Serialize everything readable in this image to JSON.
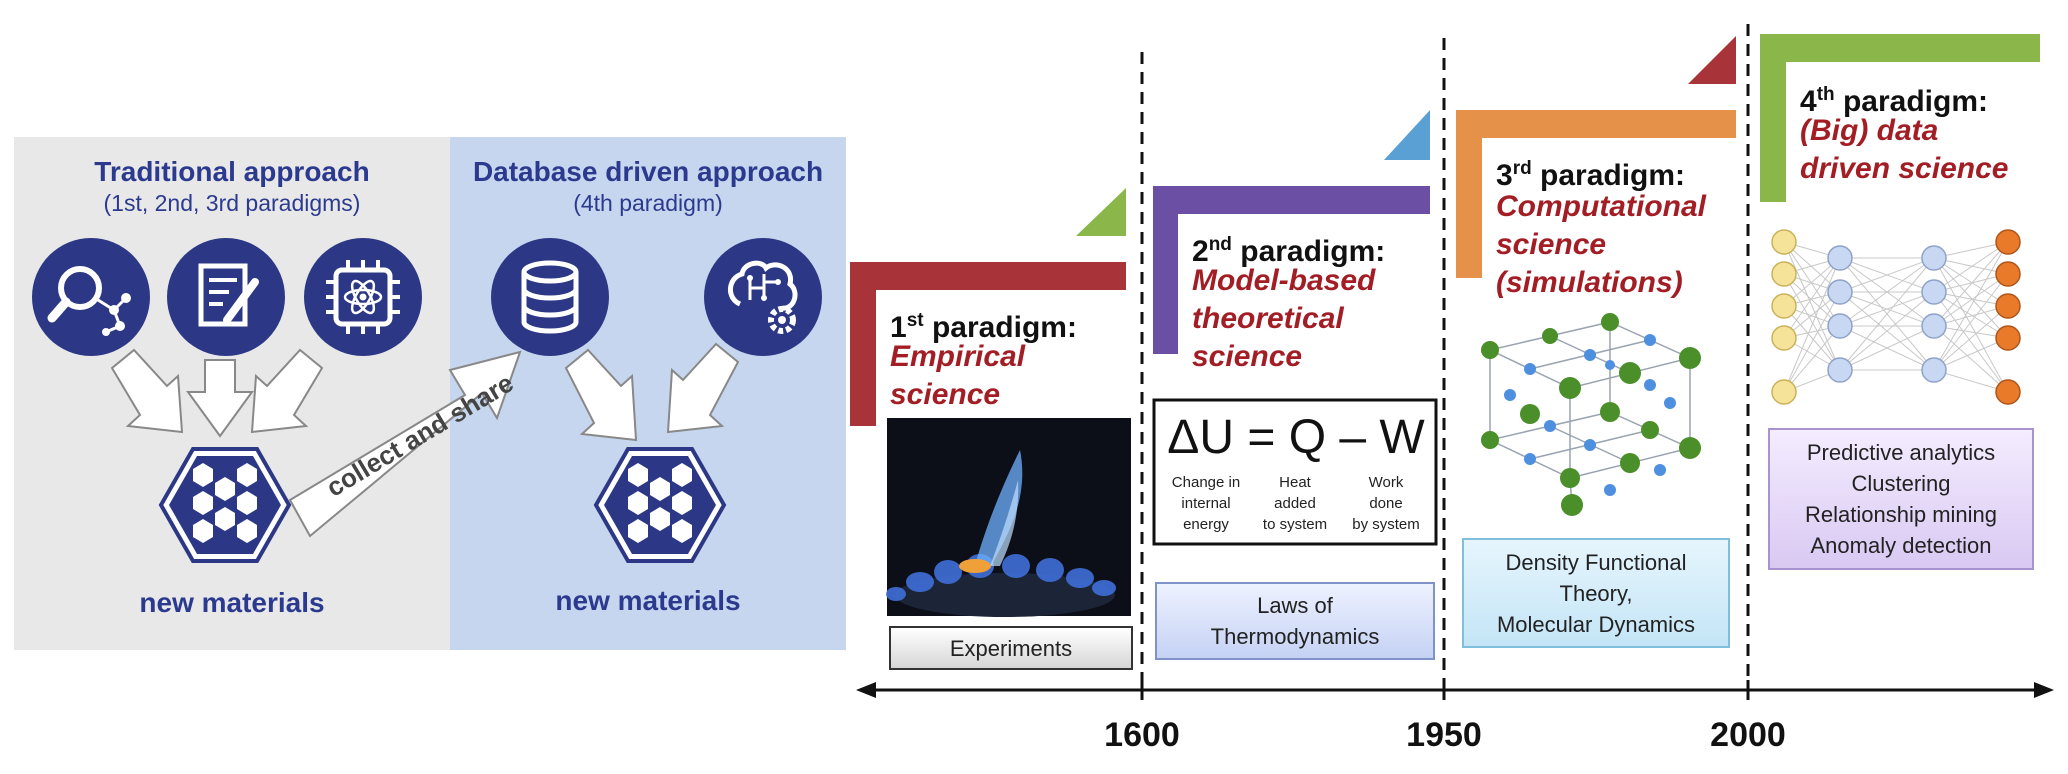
{
  "traditional": {
    "title": "Traditional approach",
    "subtitle": "(1st, 2nd, 3rd paradigms)",
    "icons": [
      "magnifier-molecule-icon",
      "document-pen-icon",
      "atom-chip-icon"
    ],
    "result": "new materials"
  },
  "database": {
    "title": "Database driven approach",
    "subtitle": "(4th paradigm)",
    "icons": [
      "database-icon",
      "brain-gear-icon"
    ],
    "result": "new materials"
  },
  "collect_label": "collect and share",
  "paradigms": [
    {
      "num": "1",
      "sup": "st",
      "label": "paradigm:",
      "desc": [
        "Empirical",
        "science"
      ],
      "box": [
        "Experiments"
      ],
      "color": "#a8343a"
    },
    {
      "num": "2",
      "sup": "nd",
      "label": "paradigm:",
      "desc": [
        "Model-based",
        "theoretical",
        "science"
      ],
      "box": [
        "Laws of",
        "Thermodynamics"
      ],
      "color": "#6a4fa5"
    },
    {
      "num": "3",
      "sup": "rd",
      "label": "paradigm:",
      "desc": [
        "Computational",
        "science",
        "(simulations)"
      ],
      "box": [
        "Density Functional",
        "Theory,",
        "Molecular Dynamics"
      ],
      "color": "#e6914a"
    },
    {
      "num": "4",
      "sup": "th",
      "label": "paradigm:",
      "desc": [
        "(Big) data",
        "driven science"
      ],
      "box": [
        "Predictive analytics",
        "Clustering",
        "Relationship mining",
        "Anomaly detection"
      ],
      "color": "#8ab64a"
    }
  ],
  "equation": {
    "formula": "ΔU = Q – W",
    "terms": [
      [
        "Change in",
        "internal",
        "energy"
      ],
      [
        "Heat",
        "added",
        "to system"
      ],
      [
        "Work",
        "done",
        "by system"
      ]
    ]
  },
  "timeline": {
    "years": [
      "1600",
      "1950",
      "2000"
    ]
  }
}
